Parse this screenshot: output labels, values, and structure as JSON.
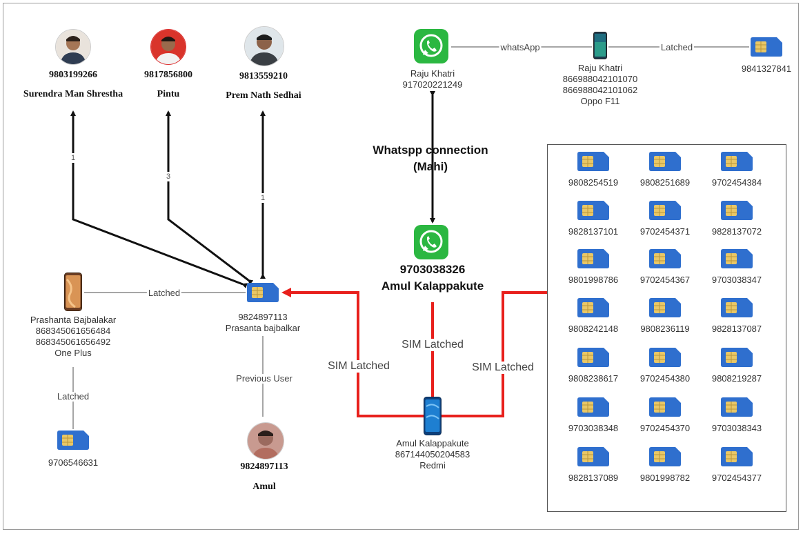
{
  "people": {
    "surendra": {
      "number": "9803199266",
      "name": "Surendra Man Shrestha"
    },
    "pintu": {
      "number": "9817856800",
      "name": "Pintu"
    },
    "prem": {
      "number": "9813559210",
      "name": "Prem Nath Sedhai"
    },
    "amul": {
      "number": "9824897113",
      "name": "Amul"
    }
  },
  "edge_tags": {
    "surendra": "1",
    "pintu": "3",
    "prem": "1"
  },
  "raju_whatsapp": {
    "name": "Raju Khatri",
    "number": "917020221249"
  },
  "raju_phone": {
    "name": "Raju Khatri",
    "imei1": "866988042101070",
    "imei2": "866988042101062",
    "model": "Oppo F11"
  },
  "raju_sim": {
    "number": "9841327841"
  },
  "whatsapp_connection": {
    "line1": "Whatspp connection",
    "line2": "(Mahi)"
  },
  "amul_whatsapp": {
    "number": "9703038326",
    "name": "Amul Kalappakute"
  },
  "center_sim": {
    "number": "9824897113",
    "name": "Prasanta bajbalkar"
  },
  "prashanta_phone": {
    "name": "Prashanta Bajbalakar",
    "imei1": "868345061656484",
    "imei2": "868345061656492",
    "model": "One Plus"
  },
  "prashanta_sim": {
    "number": "9706546631"
  },
  "amul_phone": {
    "name": "Amul Kalappakute",
    "imei": "867144050204583",
    "model": "Redmi"
  },
  "labels": {
    "whatsapp_edge": "whatsApp",
    "latched": "Latched",
    "previous_user": "Previous User",
    "sim_latched": "SIM Latched"
  },
  "sim_panel": [
    "9808254519",
    "9808251689",
    "9702454384",
    "9828137101",
    "9702454371",
    "9828137072",
    "9801998786",
    "9702454367",
    "9703038347",
    "9808242148",
    "9808236119",
    "9828137087",
    "9808238617",
    "9702454380",
    "9808219287",
    "9703038348",
    "9702454370",
    "9703038343",
    "9828137089",
    "9801998782",
    "9702454377"
  ],
  "colors": {
    "red_link": "#e8201c",
    "black_link": "#111111",
    "whatsapp_green": "#2bb741",
    "sim_blue": "#2f6fce",
    "sim_chip": "#e9c766"
  }
}
